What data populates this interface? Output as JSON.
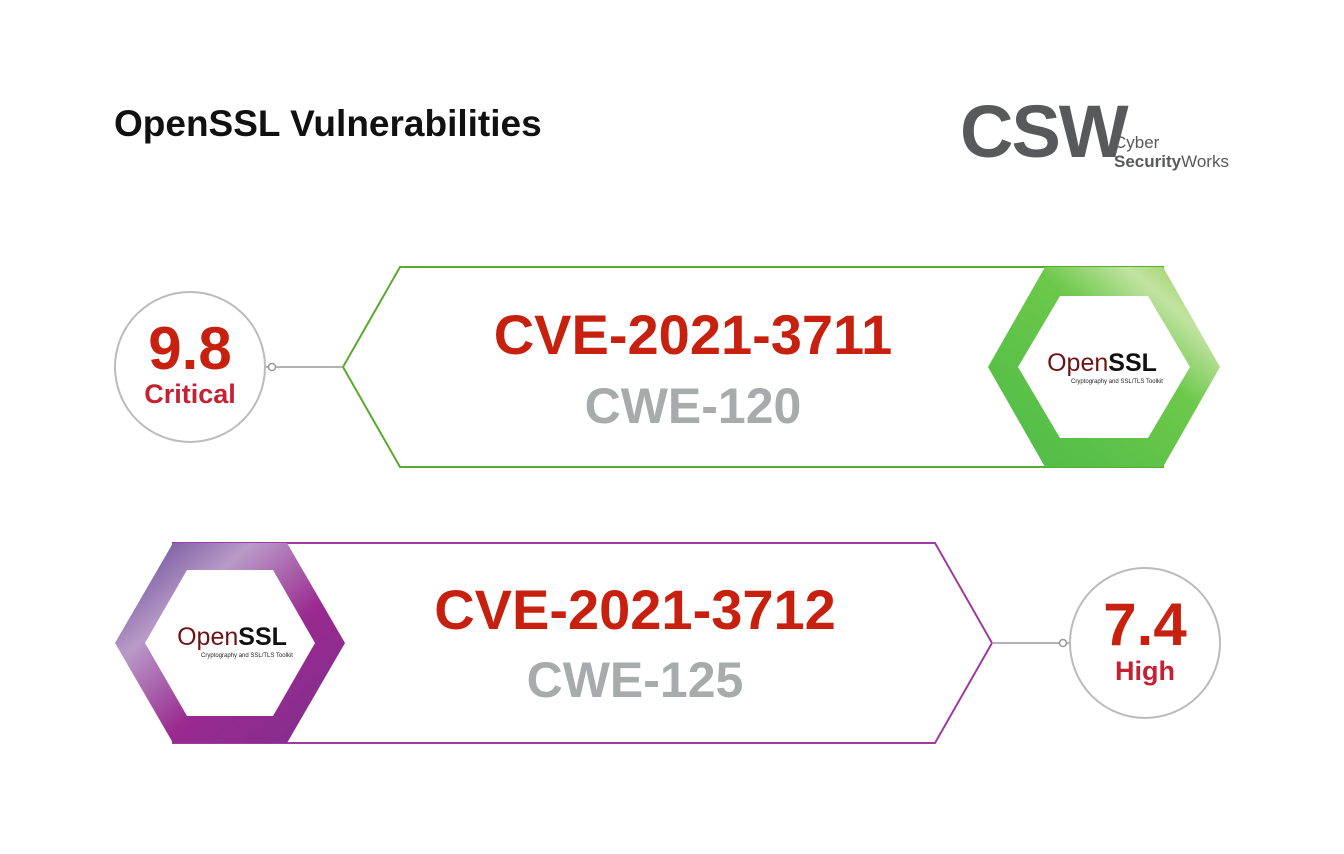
{
  "title": "OpenSSL Vulnerabilities",
  "brand": {
    "mark": "CSW",
    "line1": "Cyber",
    "line2_bold": "Security",
    "line2_rest": "Works"
  },
  "vulnerabilities": [
    {
      "cve": "CVE-2021-3711",
      "cwe": "CWE-120",
      "score": "9.8",
      "severity": "Critical",
      "accent": "#5cbf3f"
    },
    {
      "cve": "CVE-2021-3712",
      "cwe": "CWE-125",
      "score": "7.4",
      "severity": "High",
      "accent": "#8b3b9a"
    }
  ],
  "logo": {
    "open": "Open",
    "ssl": "SSL",
    "tagline": "Cryptography and SSL/TLS Toolkit"
  }
}
